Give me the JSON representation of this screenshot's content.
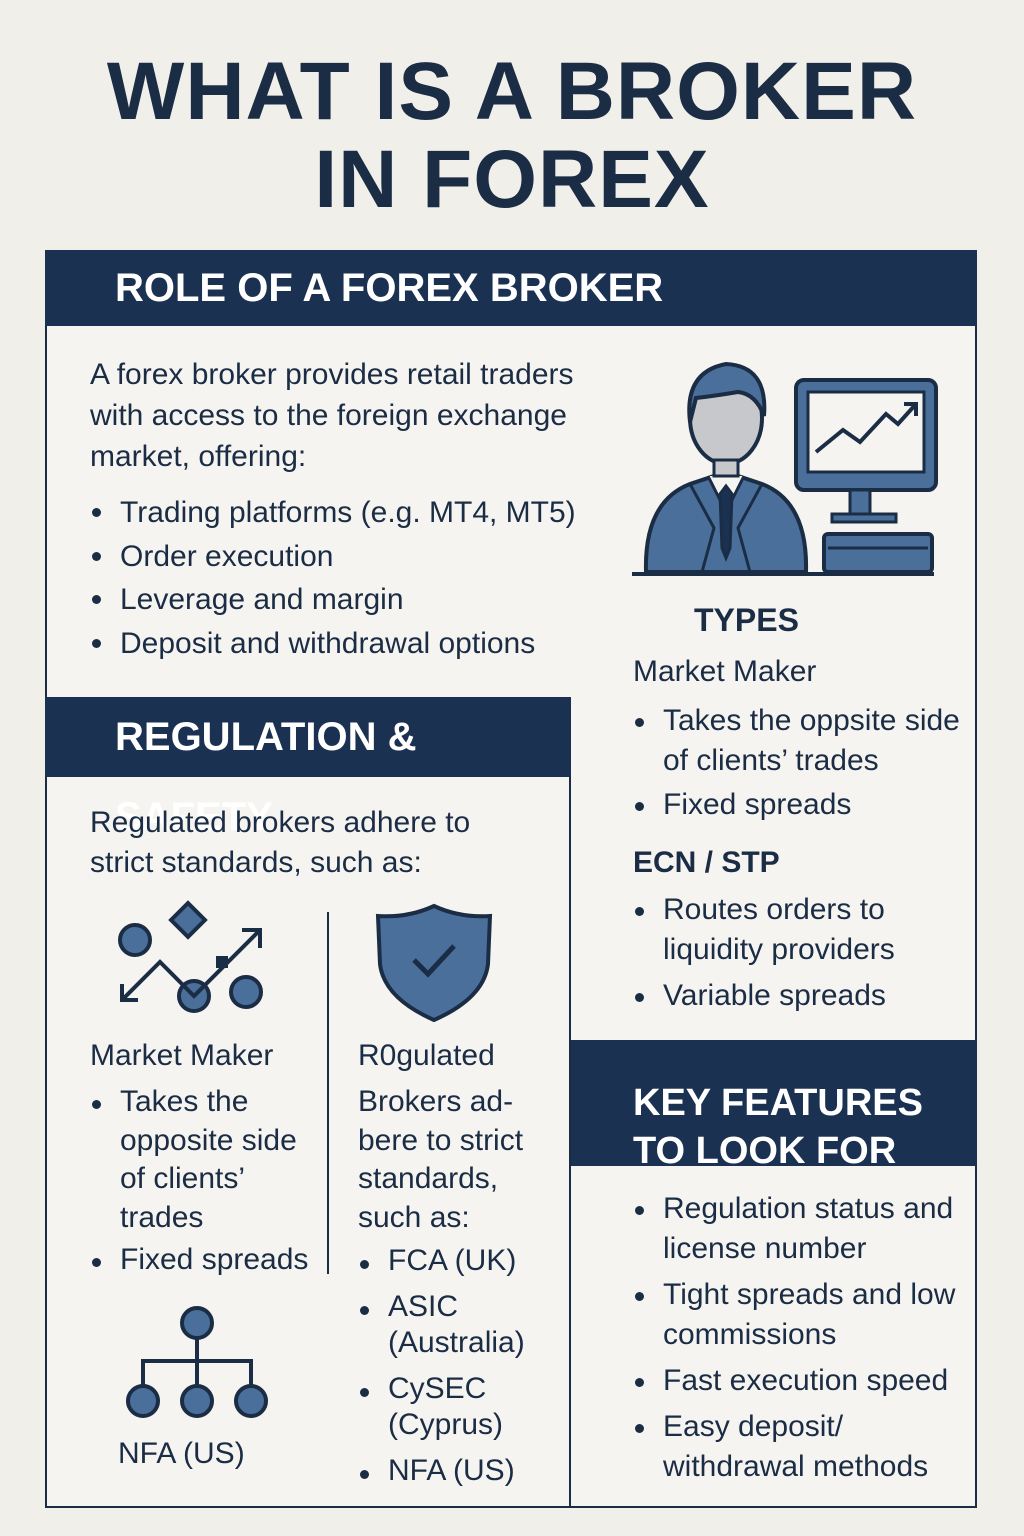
{
  "title": {
    "line1": "WHAT IS A BROKER",
    "line2": "IN FOREX"
  },
  "role": {
    "heading": "ROLE OF A FOREX BROKER",
    "intro": "A forex broker provides retail traders with access to the foreign exchange market, offering:",
    "items": [
      "Trading platforms (e.g. MT4, MT5)",
      "Order execution",
      "Leverage and margin",
      "Deposit and withdrawal options"
    ]
  },
  "types": {
    "heading": "TYPES",
    "market_maker": {
      "label": "Market Maker",
      "items": [
        "Takes the oppsite side of clients’ trades",
        "Fixed spreads"
      ]
    },
    "ecn": {
      "label": "ECN / STP",
      "items": [
        "Routes orders to liquidity providers",
        "Variable spreads"
      ]
    }
  },
  "regulation": {
    "heading": "REGULATION & SAFETY",
    "intro": "Regulated brokers adhere to strict standards, such as:",
    "left": {
      "label": "Market Maker",
      "items": [
        "Takes the opposite side of clients’ trades",
        "Fixed spreads"
      ],
      "footer": "NFA (US)"
    },
    "right": {
      "label": "R0gulated",
      "text": "Brokers ad-bere to strict standards, such as:",
      "items": [
        "FCA (UK)",
        "ASIC (Australia)",
        "CySEC (Cyprus)",
        "NFA (US)"
      ]
    }
  },
  "features": {
    "heading_line1": "KEY FEATURES",
    "heading_line2": "TO LOOK FOR",
    "items": [
      "Regulation status and license number",
      "Tight spreads and low commissions",
      "Fast execution speed",
      "Easy deposit/ withdrawal methods"
    ]
  },
  "colors": {
    "navy": "#1b3152",
    "steel_blue": "#4a6f9a",
    "background": "#f1efea"
  },
  "icons": [
    "trader-at-computer-icon",
    "network-arrows-icon",
    "shield-check-icon",
    "org-hierarchy-icon"
  ]
}
